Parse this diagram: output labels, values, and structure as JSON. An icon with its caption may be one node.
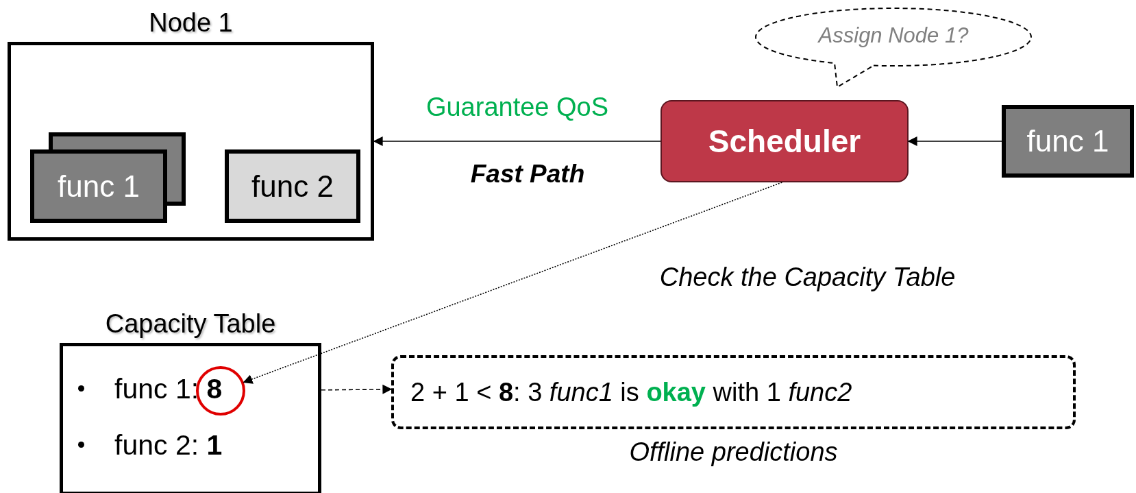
{
  "diagram": {
    "nodes": [
      {
        "text": [
          "Node 1"
        ]
      },
      {
        "text": [
          "func 1"
        ],
        "in": 0
      },
      {
        "text": [
          "func 2"
        ],
        "in": 0
      },
      {
        "text": [
          "Scheduler"
        ]
      },
      {
        "text": [
          "func 1"
        ]
      },
      {
        "text": [
          "Assign Node 1?"
        ]
      },
      {
        "text": [
          "Capacity Table",
          "func 1: **8**",
          "func 2: **1**"
        ]
      },
      {
        "text": [],
        "shape": "circle",
        "in": 6
      },
      {
        "text": [
          "2 + 1 < **8**: 3 *func1* is **okay** with 1 *func2*"
        ],
        "beside": [
          "Offline predictions"
        ]
      }
    ],
    "edges": [
      {
        "from": 3,
        "to": 0,
        "arrow": "to",
        "label": "Guarantee QoS"
      },
      {
        "from": 4,
        "to": 3,
        "arrow": "to"
      },
      {
        "from": 3,
        "to": 7,
        "arrow": "to",
        "style": "dashed",
        "label": "Check the Capacity Table"
      },
      {
        "from": 6,
        "to": 8,
        "arrow": "to",
        "style": "dashed"
      }
    ],
    "labels": [
      "Fast Path"
    ]
  }
}
